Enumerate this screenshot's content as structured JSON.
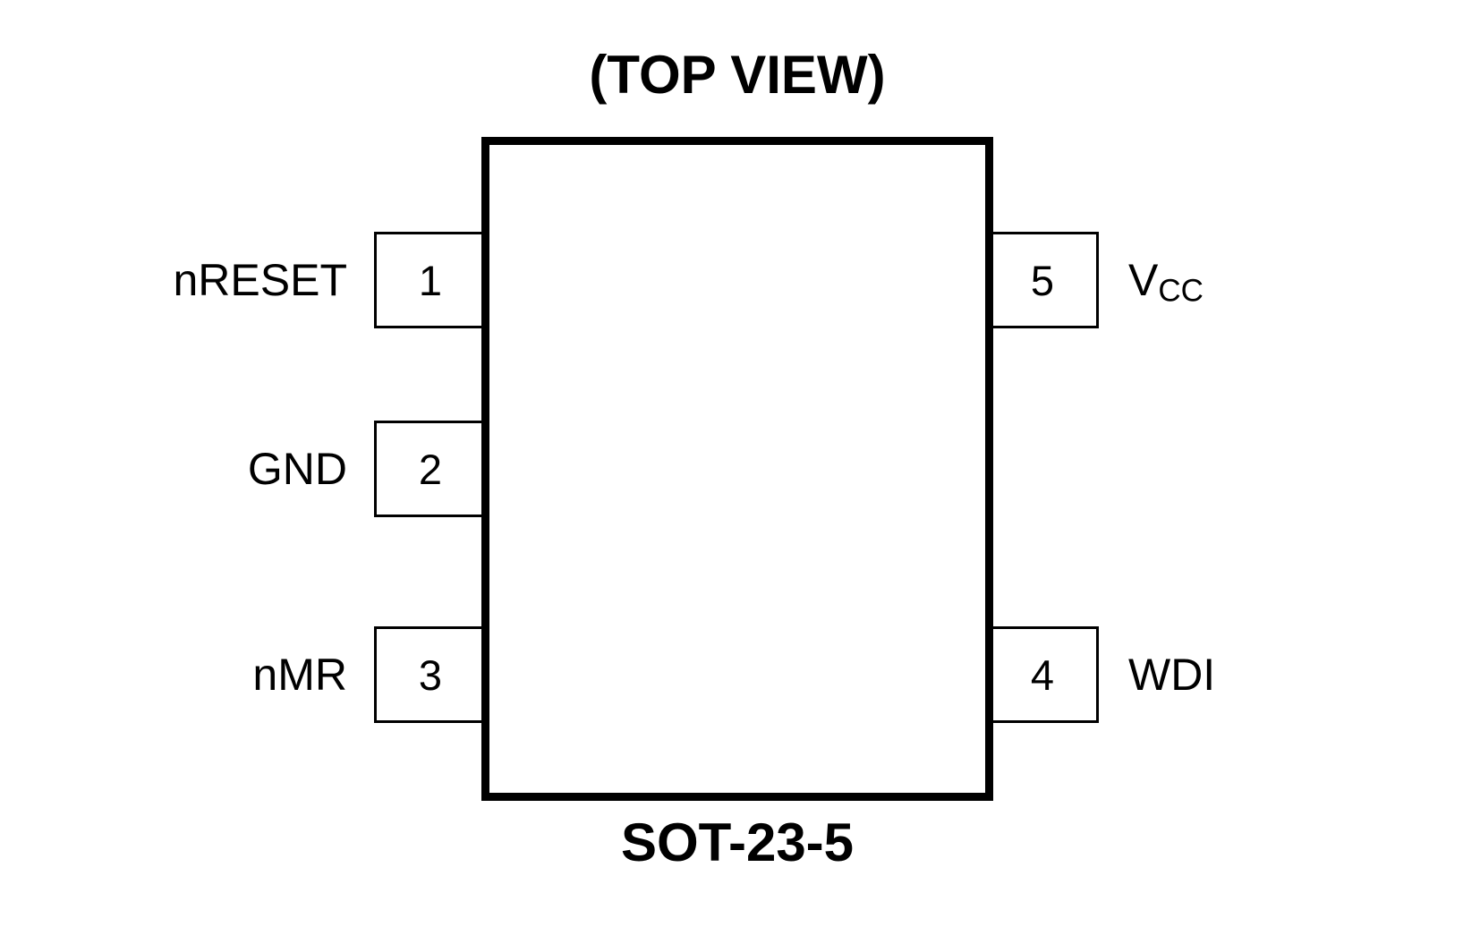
{
  "diagram": {
    "title": "(TOP VIEW)",
    "package": "SOT-23-5",
    "colors": {
      "line": "#000000",
      "background": "#ffffff"
    },
    "pins": {
      "left": [
        {
          "number": "1",
          "label": "nRESET"
        },
        {
          "number": "2",
          "label": "GND"
        },
        {
          "number": "3",
          "label": "nMR"
        }
      ],
      "right": [
        {
          "number": "5",
          "label": "V",
          "label_sub": "CC"
        },
        {
          "number": "4",
          "label": "WDI",
          "label_sub": ""
        }
      ]
    }
  }
}
